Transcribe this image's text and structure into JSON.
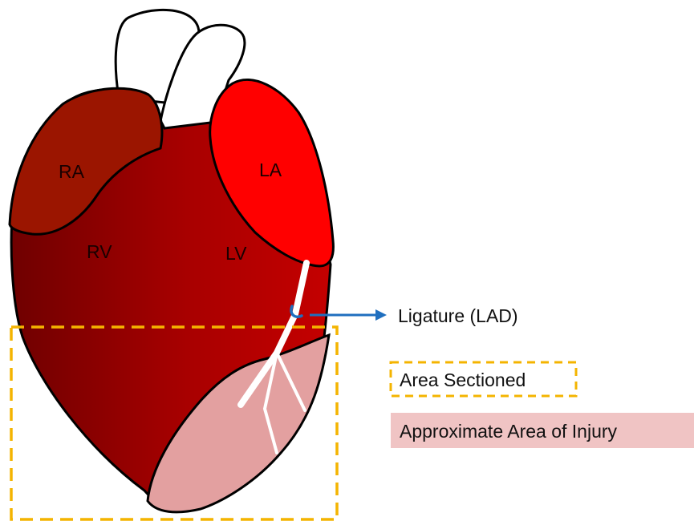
{
  "labels": {
    "ra": "RA",
    "la": "LA",
    "rv": "RV",
    "lv": "LV"
  },
  "annotations": {
    "ligature": "Ligature (LAD)"
  },
  "legend": {
    "area_sectioned": "Area Sectioned",
    "area_of_injury": "Approximate Area of Injury"
  },
  "colors": {
    "ventricle_dark": "#7a0000",
    "ventricle_light": "#c00000",
    "right_atrium": "#9b1500",
    "left_atrium": "#ff0000",
    "injury": "#e3a0a0",
    "section_box": "#f4b400",
    "ligature_arrow": "#1f6fbf"
  }
}
